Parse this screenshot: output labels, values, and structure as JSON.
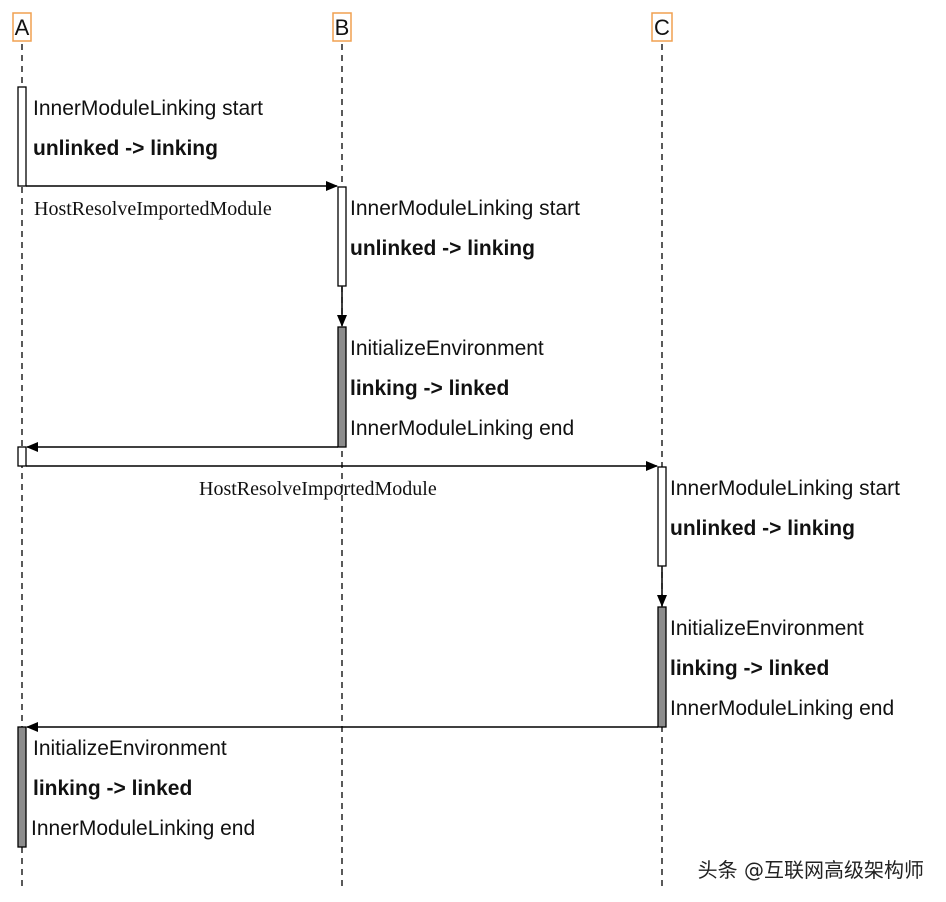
{
  "participants": [
    {
      "id": "A",
      "label": "A"
    },
    {
      "id": "B",
      "label": "B"
    },
    {
      "id": "C",
      "label": "C"
    }
  ],
  "messages": [
    {
      "label": "HostResolveImportedModule"
    },
    {
      "label": "HostResolveImportedModule"
    }
  ],
  "notes": {
    "a_start": [
      "InnerModuleLinking start",
      "unlinked -> linking"
    ],
    "b_start": [
      "InnerModuleLinking start",
      "unlinked -> linking"
    ],
    "b_init": [
      "InitializeEnvironment",
      "linking -> linked",
      "InnerModuleLinking end"
    ],
    "c_start": [
      "InnerModuleLinking start",
      "unlinked -> linking"
    ],
    "c_init": [
      "InitializeEnvironment",
      "linking -> linked",
      "InnerModuleLinking end"
    ],
    "a_init": [
      "InitializeEnvironment",
      "linking -> linked",
      "InnerModuleLinking end"
    ]
  },
  "colors": {
    "lane_box": "#f0a050",
    "active_fill": "#ffffff",
    "init_fill": "#8c8c8c",
    "line": "#000000"
  },
  "watermark": "头条 @互联网高级架构师"
}
